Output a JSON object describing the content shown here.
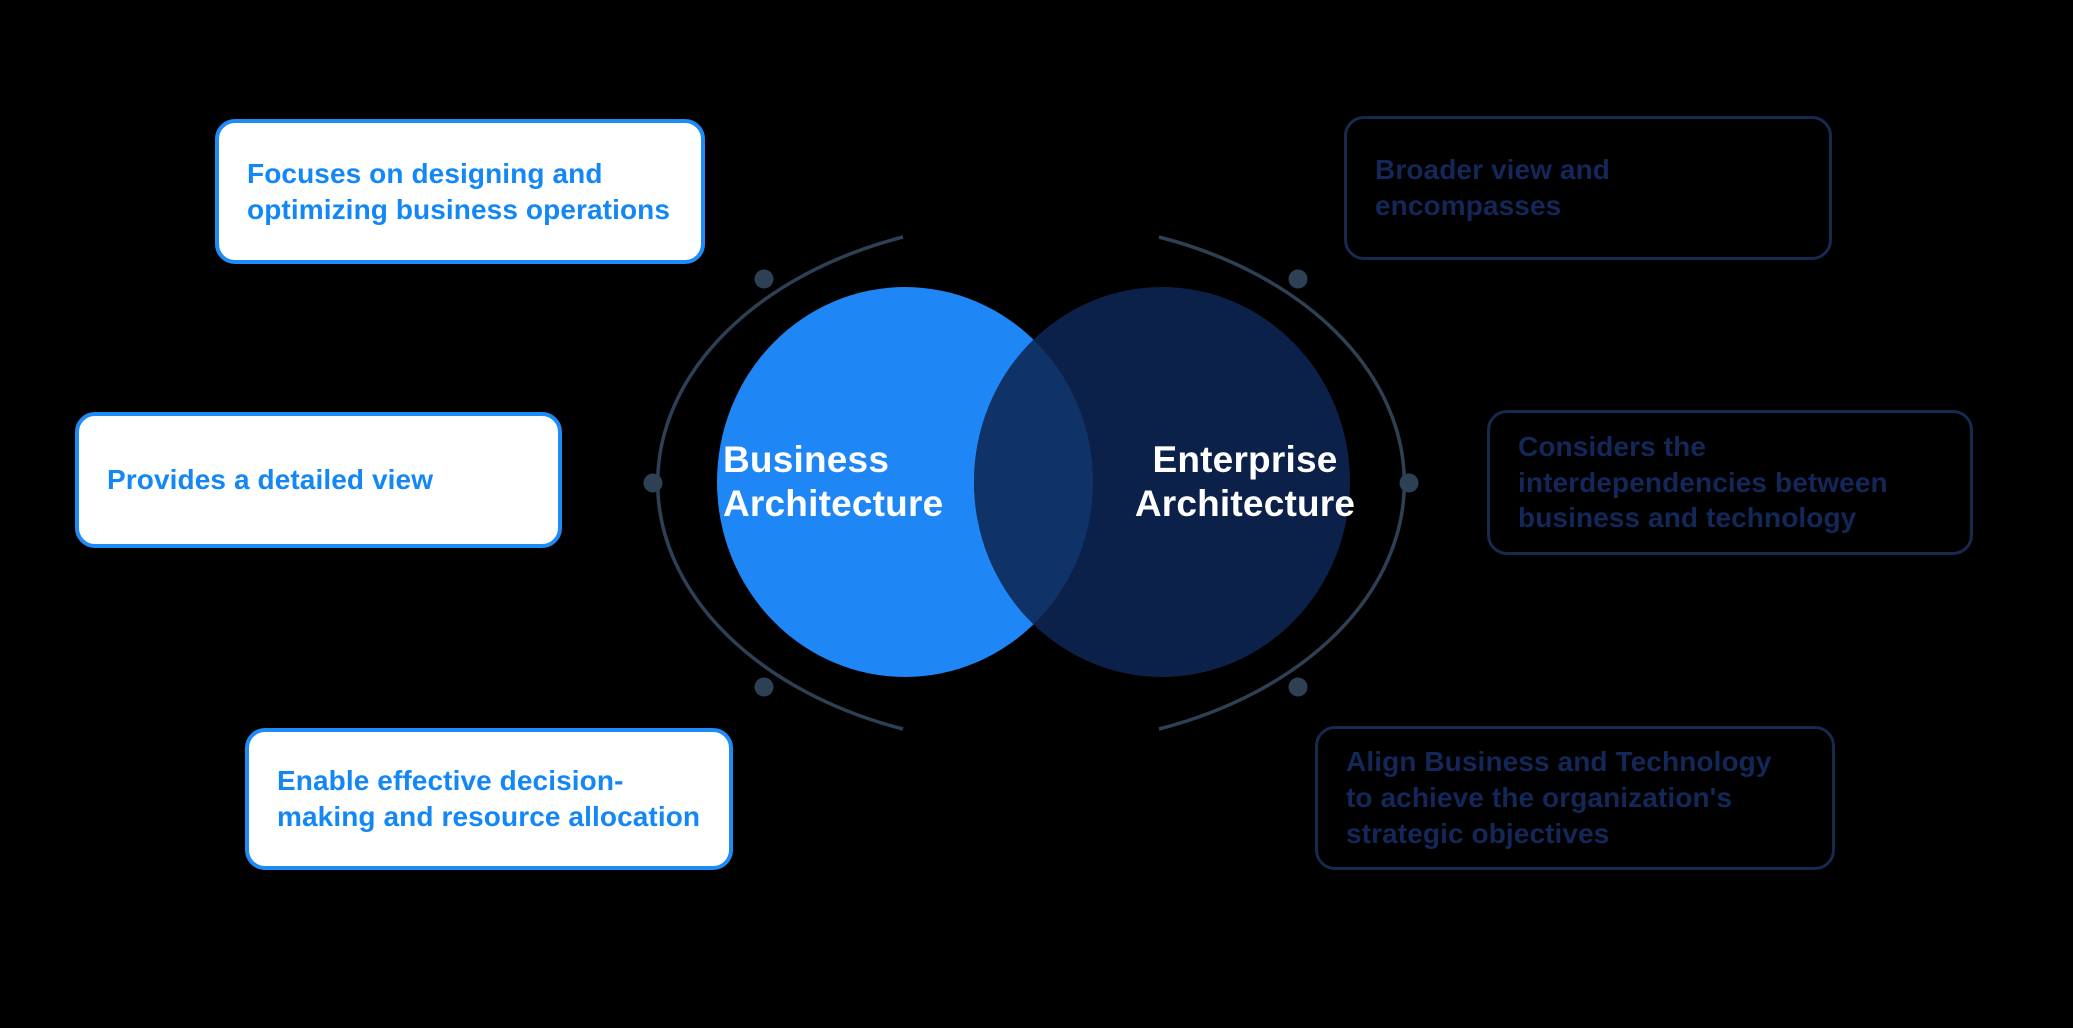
{
  "colors": {
    "background": "#000000",
    "left-circle": "#1E86F5",
    "right-circle": "#0C2149",
    "overlap": "#0F3366",
    "ring": "#2E4054",
    "light-border": "#1E8BF7",
    "light-fill": "#FFFFFF",
    "light-text": "#1387F6",
    "dark-border": "#17294E",
    "dark-text": "#132758",
    "circle-label": "#FFFFFF"
  },
  "venn": {
    "type": "venn-comparison",
    "left_circle": {
      "label": "Business Architecture"
    },
    "right_circle": {
      "label": "Enterprise Architecture"
    }
  },
  "callouts": {
    "left": [
      {
        "text": "Focuses on designing and optimizing business operations"
      },
      {
        "text": "Provides a detailed view"
      },
      {
        "text": "Enable effective decision-making and resource allocation"
      }
    ],
    "right": [
      {
        "text": "Broader view and encompasses"
      },
      {
        "text": "Considers the interdependencies between business and technology"
      },
      {
        "text": "Align Business and Technology to achieve the organization's strategic objectives"
      }
    ]
  }
}
